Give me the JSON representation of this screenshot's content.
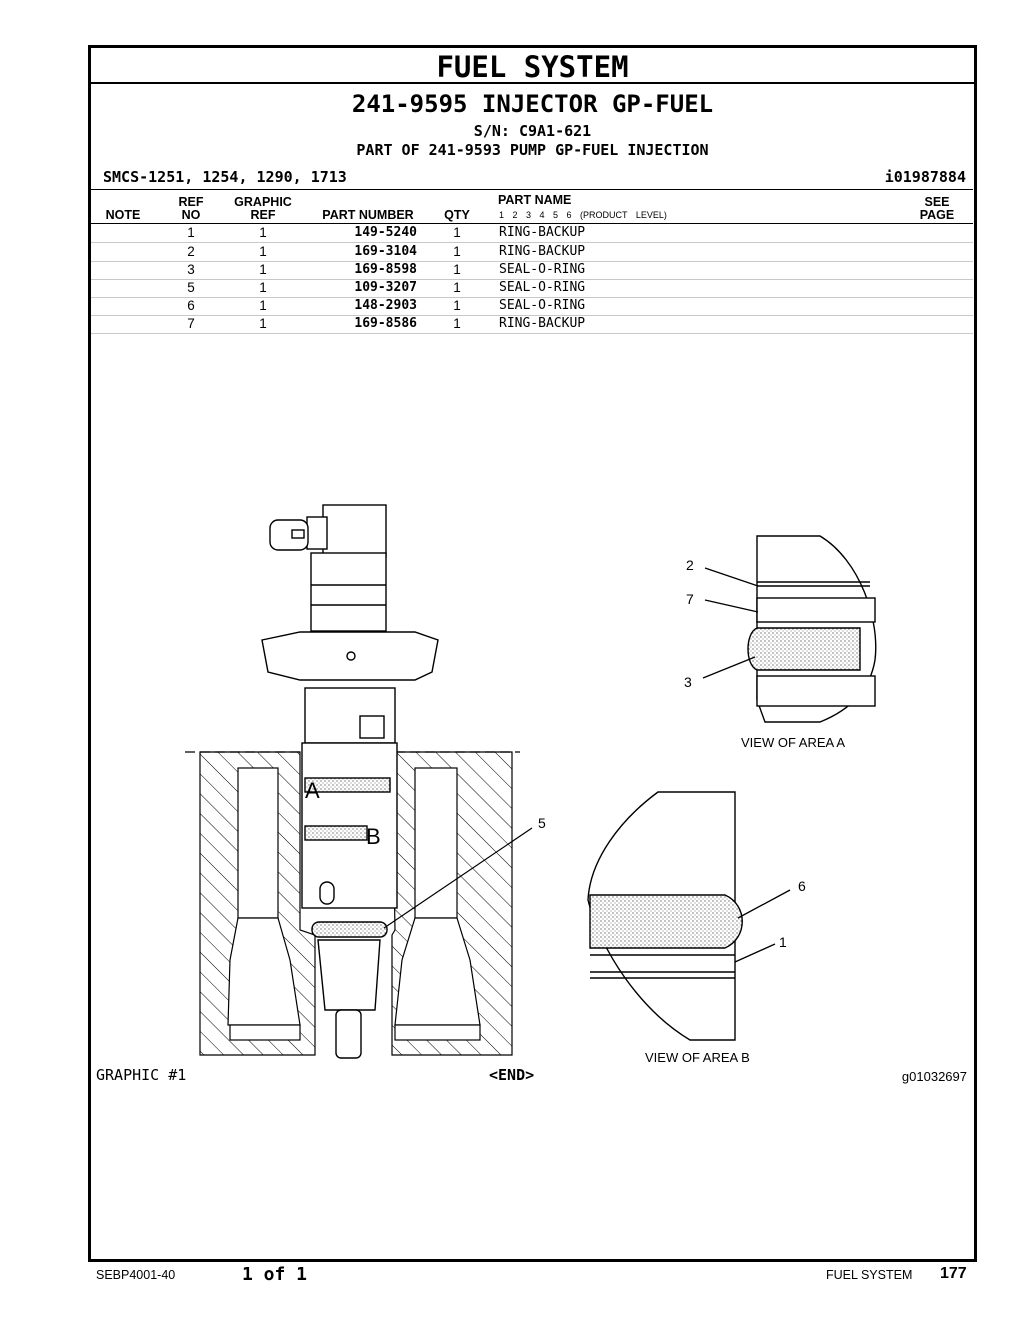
{
  "section_title": "FUEL SYSTEM",
  "group_title": "241-9595 INJECTOR GP-FUEL",
  "serial": "S/N: C9A1-621",
  "part_of": "PART OF 241-9593 PUMP GP-FUEL INJECTION",
  "smcs": "SMCS-1251, 1254, 1290, 1713",
  "ident": "i01987884",
  "headers": {
    "note": "NOTE",
    "ref_no": [
      "REF",
      "NO"
    ],
    "graphic_ref": [
      "GRAPHIC",
      "REF"
    ],
    "part_number": "PART NUMBER",
    "qty": "QTY",
    "part_name": "PART NAME",
    "levels": "1 2 3 4 5 6 (PRODUCT LEVEL)",
    "see_page": [
      "SEE",
      "PAGE"
    ]
  },
  "parts": [
    {
      "ref": "1",
      "graphic": "1",
      "part_number": "149-5240",
      "qty": "1",
      "name": "RING-BACKUP"
    },
    {
      "ref": "2",
      "graphic": "1",
      "part_number": "169-3104",
      "qty": "1",
      "name": "RING-BACKUP"
    },
    {
      "ref": "3",
      "graphic": "1",
      "part_number": "169-8598",
      "qty": "1",
      "name": "SEAL-O-RING"
    },
    {
      "ref": "5",
      "graphic": "1",
      "part_number": "109-3207",
      "qty": "1",
      "name": "SEAL-O-RING"
    },
    {
      "ref": "6",
      "graphic": "1",
      "part_number": "148-2903",
      "qty": "1",
      "name": "SEAL-O-RING"
    },
    {
      "ref": "7",
      "graphic": "1",
      "part_number": "169-8586",
      "qty": "1",
      "name": "RING-BACKUP"
    }
  ],
  "illustration": {
    "callout_a": "A",
    "callout_b": "B",
    "callout_5": "5",
    "view_a_callouts": [
      "2",
      "7",
      "3"
    ],
    "view_a_caption": "VIEW OF AREA A",
    "view_b_callouts": [
      "6",
      "1"
    ],
    "view_b_caption": "VIEW OF AREA B"
  },
  "graphic_label": "GRAPHIC #1",
  "end_label": "<END>",
  "graphic_id": "g01032697",
  "footer": {
    "doc": "SEBP4001-40",
    "page_of": "1 of 1",
    "section": "FUEL SYSTEM",
    "page_number": "177"
  }
}
